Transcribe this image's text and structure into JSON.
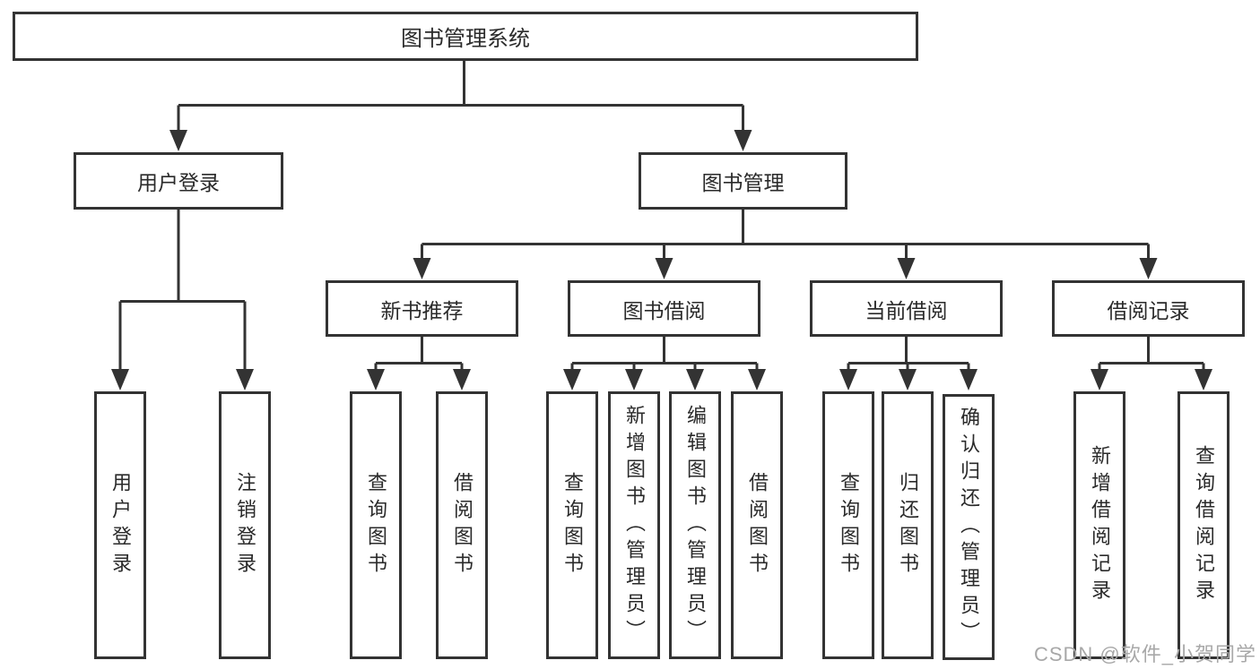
{
  "diagram": {
    "root": {
      "label": "图书管理系统"
    },
    "level2": [
      {
        "label": "用户登录"
      },
      {
        "label": "图书管理"
      }
    ],
    "level3": [
      {
        "label": "新书推荐"
      },
      {
        "label": "图书借阅"
      },
      {
        "label": "当前借阅"
      },
      {
        "label": "借阅记录"
      }
    ],
    "leaves": {
      "user_login": [
        {
          "label": "用户登录"
        },
        {
          "label": "注销登录"
        }
      ],
      "new_book": [
        {
          "label": "查询图书"
        },
        {
          "label": "借阅图书"
        }
      ],
      "book_borrow": [
        {
          "label": "查询图书"
        },
        {
          "label": "新增图书（管理员）"
        },
        {
          "label": "编辑图书（管理员）"
        },
        {
          "label": "借阅图书"
        }
      ],
      "current_borrow": [
        {
          "label": "查询图书"
        },
        {
          "label": "归还图书"
        },
        {
          "label": "确认归还（管理员）"
        }
      ],
      "borrow_record": [
        {
          "label": "新增借阅记录"
        },
        {
          "label": "查询借阅记录"
        }
      ]
    }
  },
  "watermark": {
    "text": "CSDN @软件_小贺同学"
  },
  "colors": {
    "line": "#333333",
    "text": "#2a2a2a",
    "box_bg": "#ffffff",
    "watermark": "#a8a8a8"
  }
}
